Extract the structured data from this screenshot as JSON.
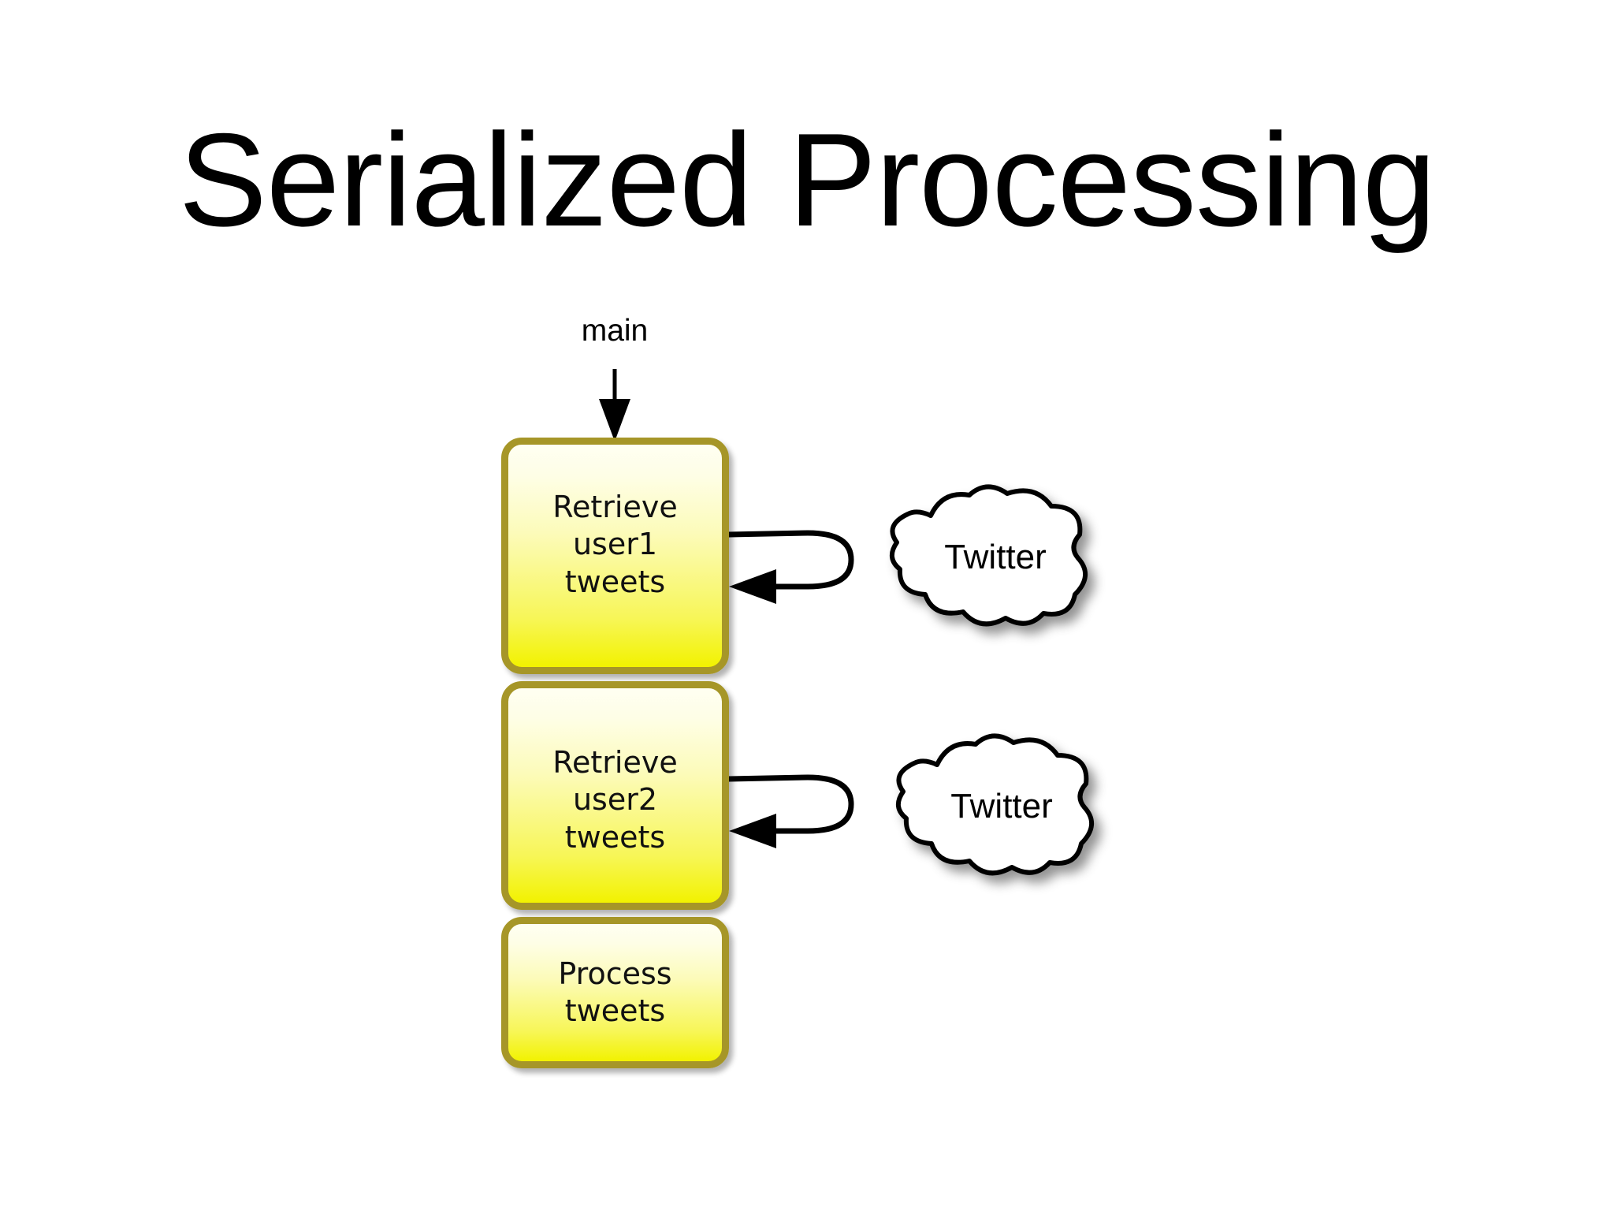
{
  "slide": {
    "title": "Serialized Processing",
    "background_color": "#ffffff"
  },
  "diagram": {
    "entry_label": "main",
    "box_border_color": "#a69628",
    "box_gradient_top": "#fffff2",
    "box_gradient_bottom": "#f2f200",
    "boxes": [
      {
        "id": "retrieve-user1",
        "label": "Retrieve\nuser1\ntweets"
      },
      {
        "id": "retrieve-user2",
        "label": "Retrieve\nuser2\ntweets"
      },
      {
        "id": "process-tweets",
        "label": "Process\ntweets"
      }
    ],
    "clouds": [
      {
        "id": "twitter-1",
        "label": "Twitter"
      },
      {
        "id": "twitter-2",
        "label": "Twitter"
      }
    ],
    "arrows": [
      {
        "id": "main-entry-arrow",
        "kind": "straight-down",
        "from": "main",
        "to": "retrieve-user1"
      },
      {
        "id": "user1-roundtrip-arrow",
        "kind": "u-turn",
        "from": "retrieve-user1",
        "to": "retrieve-user1"
      },
      {
        "id": "user2-roundtrip-arrow",
        "kind": "u-turn",
        "from": "retrieve-user2",
        "to": "retrieve-user2"
      }
    ]
  }
}
